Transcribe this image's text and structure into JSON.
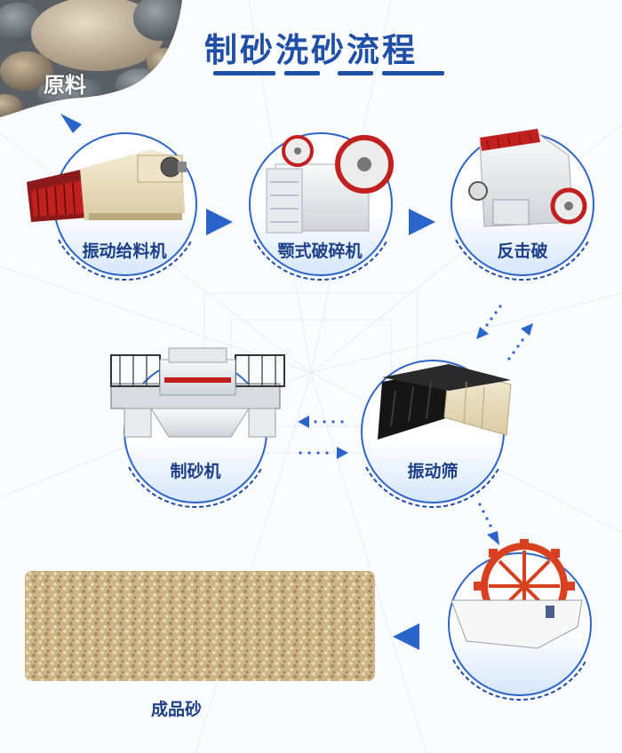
{
  "title": "制砂洗砂流程",
  "raw_material_label": "原料",
  "stages": [
    {
      "label": "振动给料机"
    },
    {
      "label": "颚式破碎机"
    },
    {
      "label": "反击破"
    },
    {
      "label": "振动筛"
    },
    {
      "label": "制砂机"
    }
  ],
  "final_product_label": "成品砂",
  "colors": {
    "accent": "#1f4fa6",
    "arrow": "#2a66c9",
    "machine_red": "#c21f1f",
    "sand": "#d8c39a"
  }
}
